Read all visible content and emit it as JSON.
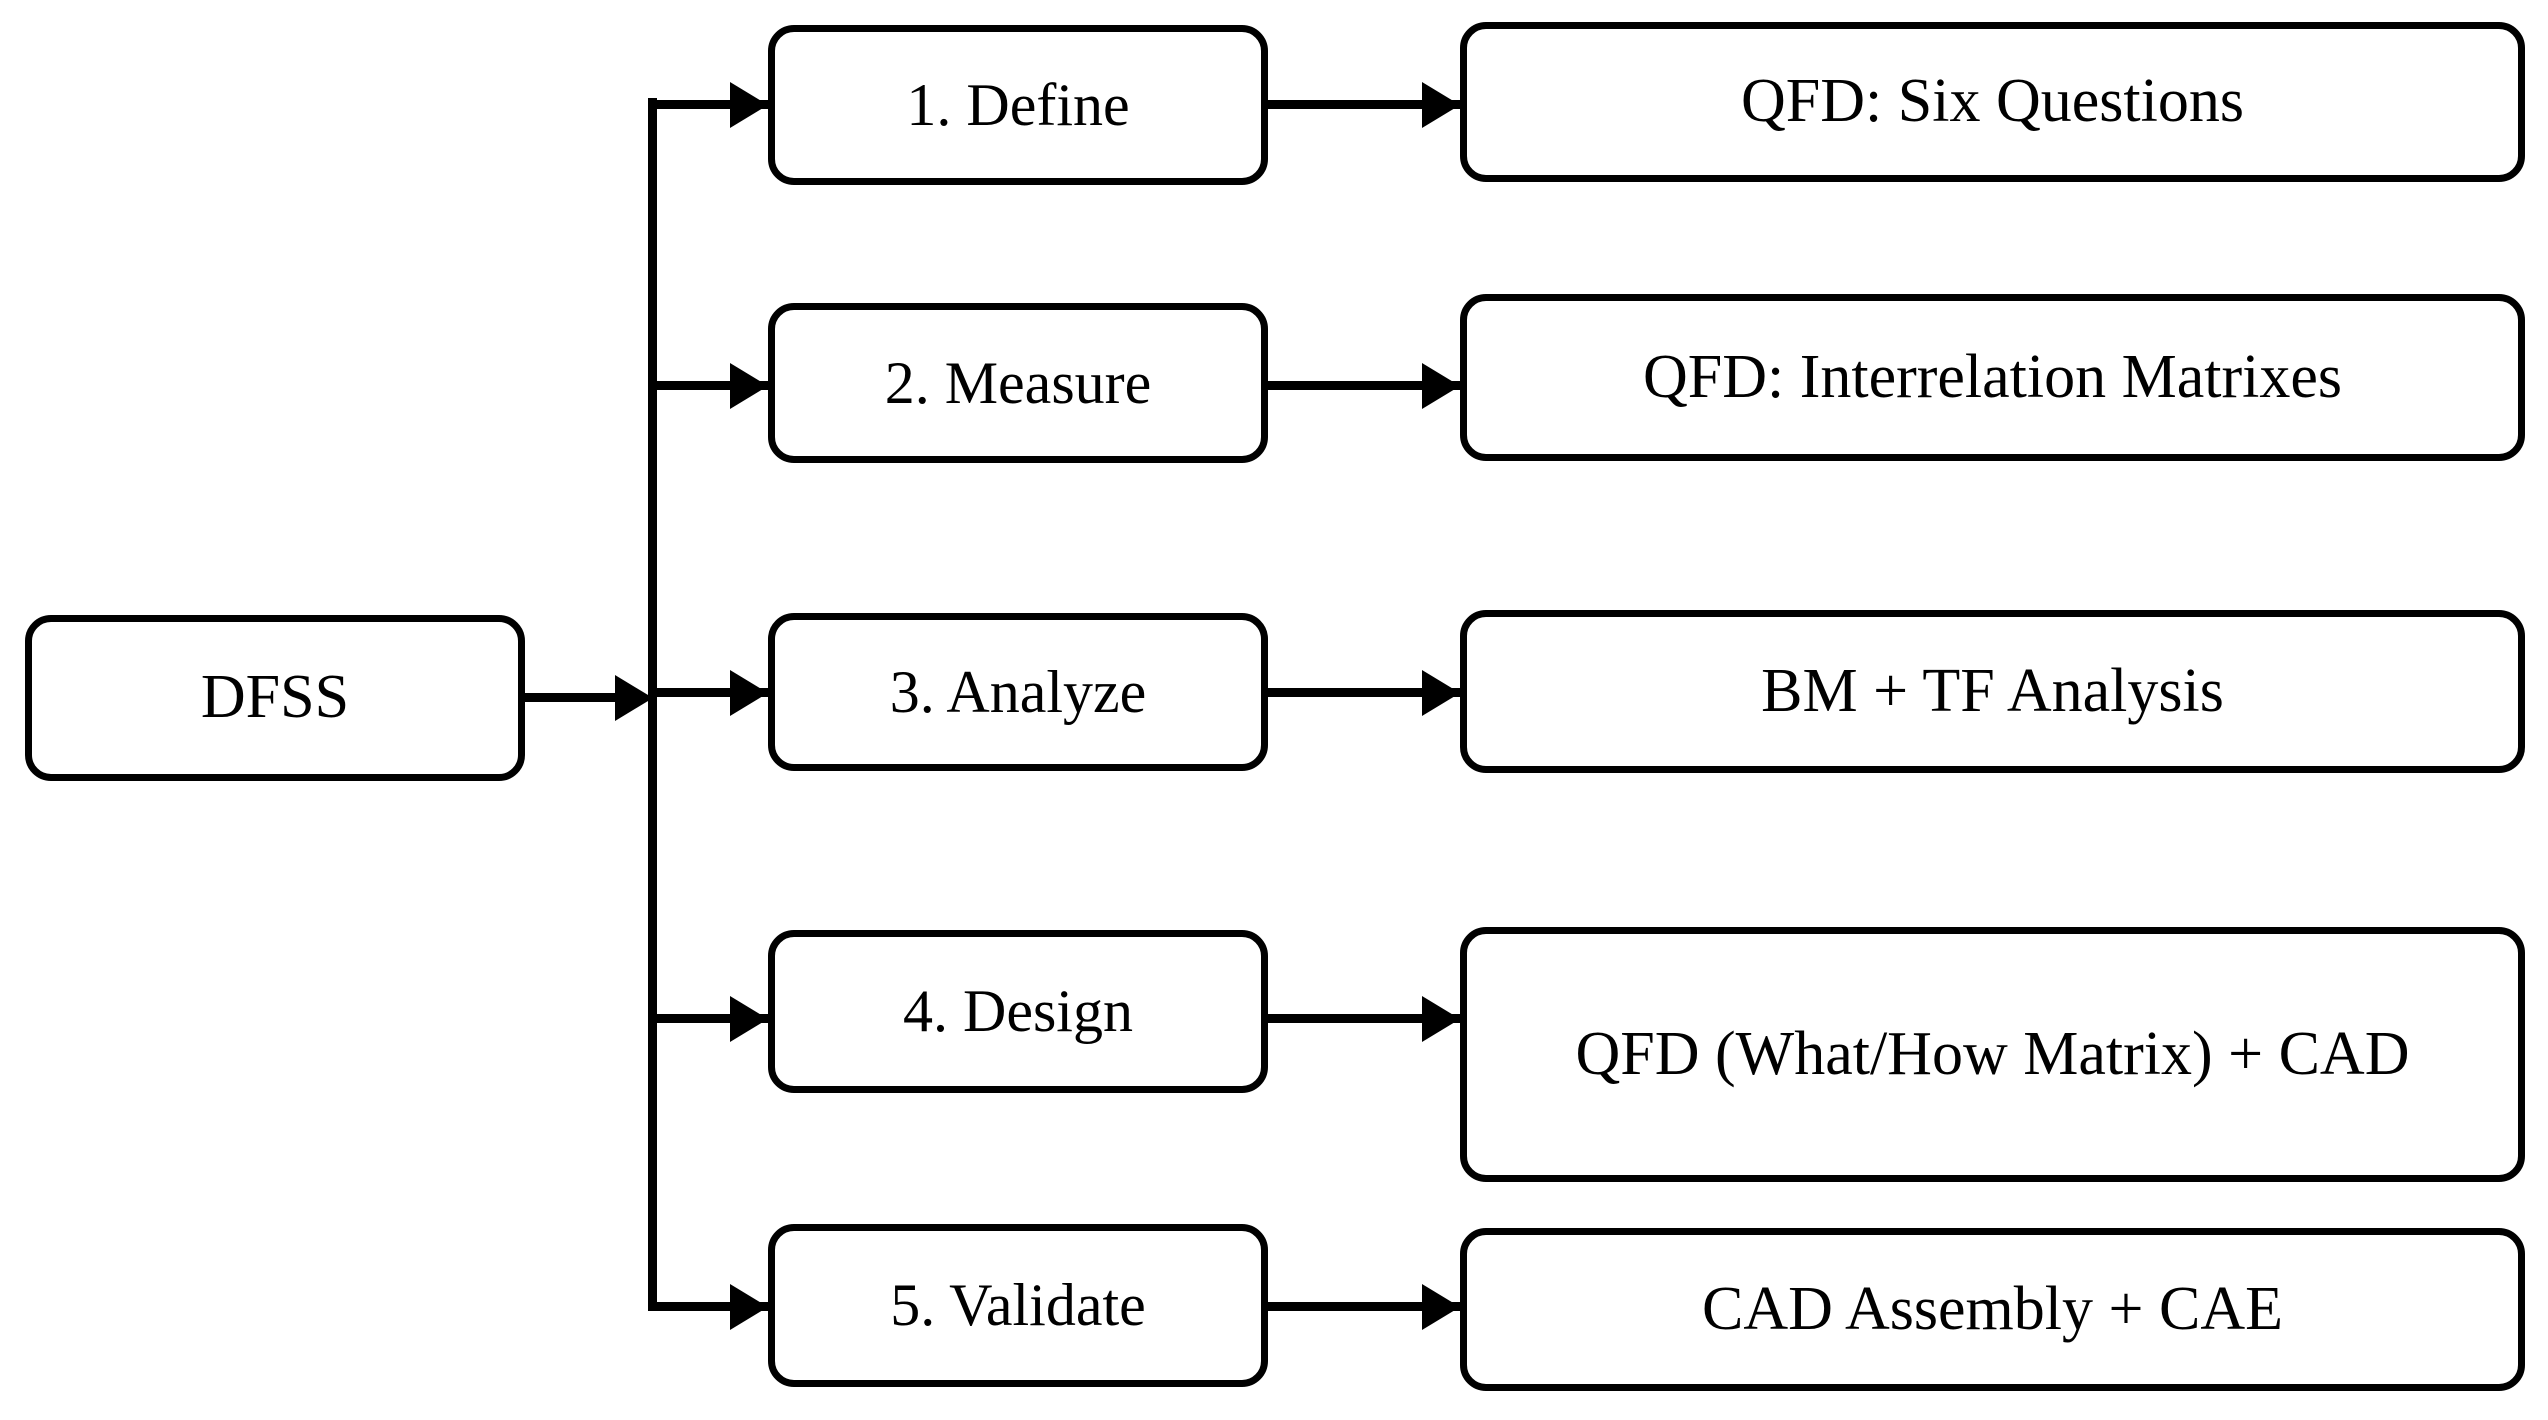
{
  "diagram": {
    "title_text": "DFSS phase-to-tool mapping flowchart",
    "colors": {
      "stroke": "#000000",
      "fill": "#FFFFFF",
      "text": "#000000"
    },
    "root": {
      "label": "DFSS"
    },
    "phases": [
      {
        "label": "1. Define"
      },
      {
        "label": "2. Measure"
      },
      {
        "label": "3. Analyze"
      },
      {
        "label": "4. Design"
      },
      {
        "label": "5. Validate"
      }
    ],
    "tools": [
      {
        "label": "QFD: Six Questions"
      },
      {
        "label": "QFD: Interrelation Matrixes"
      },
      {
        "label": "BM + TF Analysis"
      },
      {
        "label": "QFD (What/How Matrix) + CAD"
      },
      {
        "label": "CAD Assembly + CAE"
      }
    ],
    "connectors": {
      "root_to_spine": "arrow-right",
      "spine": "vertical-bus",
      "spine_to_phase": "arrow-right",
      "phase_to_tool": "arrow-right"
    }
  }
}
